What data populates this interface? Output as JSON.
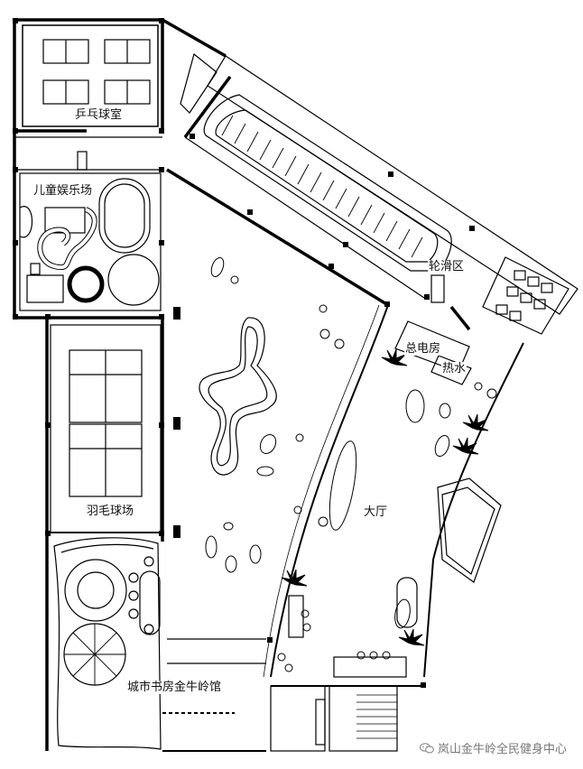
{
  "labels": {
    "pingpong": "乒乓球室",
    "kids": "儿童娱乐场",
    "skating": "轮滑区",
    "power_room": "总电房",
    "hot_water": "热水",
    "hall": "大厅",
    "badminton": "羽毛球场",
    "bookstore": "城市书房金牛岭馆"
  },
  "watermark": "岚山金牛岭全民健身中心"
}
